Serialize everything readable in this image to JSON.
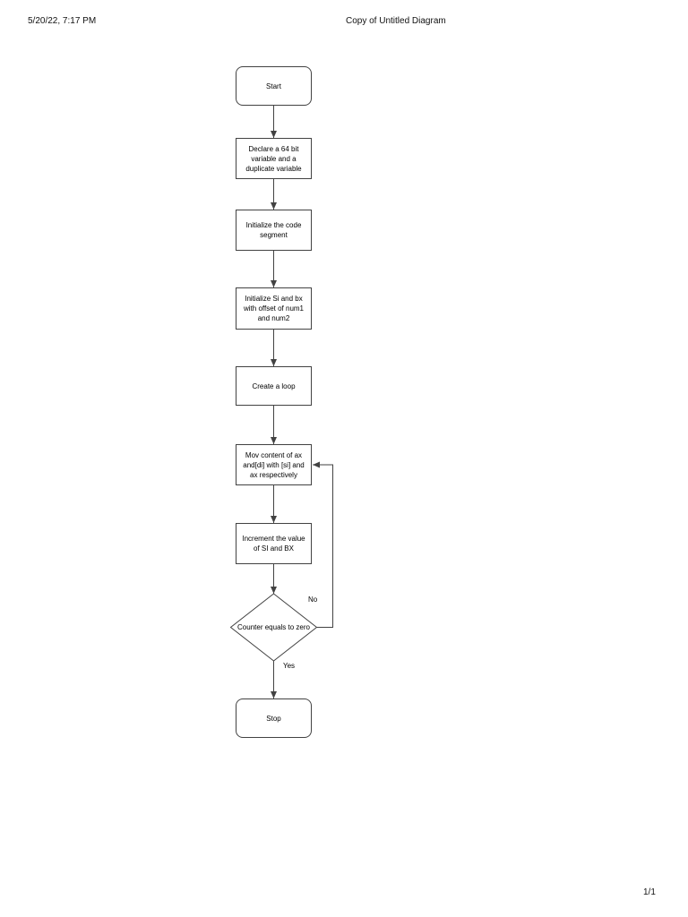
{
  "colors": {
    "stroke": "#424242",
    "text": "#000000",
    "background": "#ffffff"
  },
  "header": {
    "timestamp": "5/20/22, 7:17 PM",
    "title": "Copy of Untitled Diagram"
  },
  "footer": {
    "page_indicator": "1/1"
  },
  "flowchart": {
    "nodes": [
      {
        "id": "start",
        "shape": "rounded",
        "label": "Start"
      },
      {
        "id": "declare-variables",
        "shape": "rect",
        "label": "Declare a 64 bit\nvariable and a\nduplicate variable"
      },
      {
        "id": "initialize-code-segment",
        "shape": "rect",
        "label": "Initialize the code\nsegment"
      },
      {
        "id": "initialize-si-bx",
        "shape": "rect",
        "label": "Initialize Si and bx\nwith offset of num1\nand num2"
      },
      {
        "id": "create-loop",
        "shape": "rect",
        "label": "Create a loop"
      },
      {
        "id": "mov-content",
        "shape": "rect",
        "label": "Mov content of ax\nand[di] with [si] and\nax respectively"
      },
      {
        "id": "increment-si-bx",
        "shape": "rect",
        "label": "Increment the value\nof SI and BX"
      },
      {
        "id": "counter-equals-zero",
        "shape": "diamond",
        "label": "Counter equals to zero"
      },
      {
        "id": "stop",
        "shape": "rounded",
        "label": "Stop"
      }
    ],
    "edges": {
      "no_label": "No",
      "yes_label": "Yes"
    }
  }
}
